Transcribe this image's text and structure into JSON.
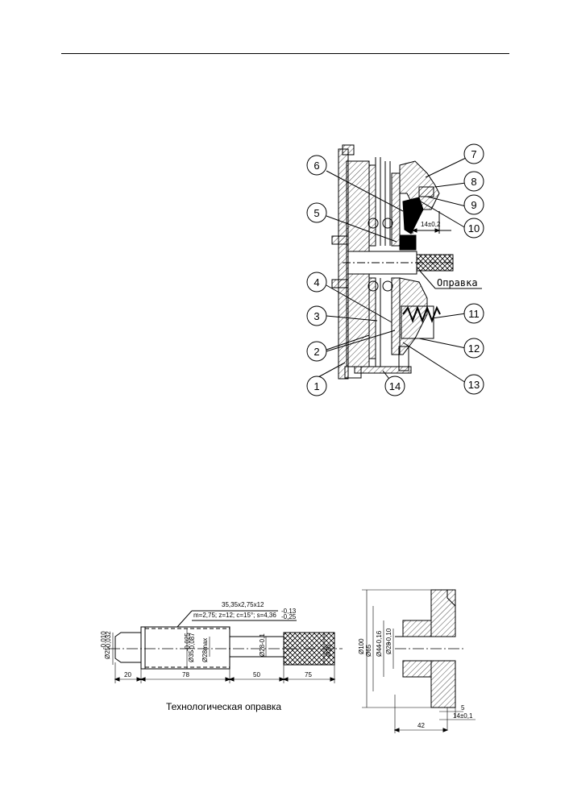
{
  "callouts": [
    "1",
    "2",
    "3",
    "4",
    "5",
    "6",
    "7",
    "8",
    "9",
    "10",
    "11",
    "12",
    "13",
    "14"
  ],
  "assembly": {
    "mandrel_label": "Оправка",
    "gap_dimension": "14±0,2"
  },
  "shaft_drawing": {
    "spline_spec_line1": "35,35x2,75x12",
    "spline_spec_line2": "m=2,75; z=12; c=15°; s=4,36",
    "spline_tol_upper": "-0,13",
    "spline_tol_lower": "-0,25",
    "d_left": "Ø25",
    "d_left_tol_upper": "-0,010",
    "d_left_tol_lower": "-0,032",
    "d_spline": "Ø35",
    "d_spline_tol_upper": "-0,025",
    "d_spline_tol_lower": "-0,087",
    "d_max": "Ø28max",
    "d_mid": "Ø28",
    "d_mid_tol": "-0,1",
    "d_right": "Ø25",
    "len_1": "20",
    "len_2": "78",
    "len_3": "50",
    "len_4": "75"
  },
  "sleeve_drawing": {
    "d_outer": "Ø100",
    "d_65": "Ø65",
    "d_44": "Ø44",
    "d_44_tol": "-0,16",
    "d_28": "Ø28",
    "d_28_tol": "+0,10",
    "dim_5": "5",
    "dim_14": "14±0,1",
    "dim_42": "42"
  },
  "caption": "Технологическая оправка"
}
